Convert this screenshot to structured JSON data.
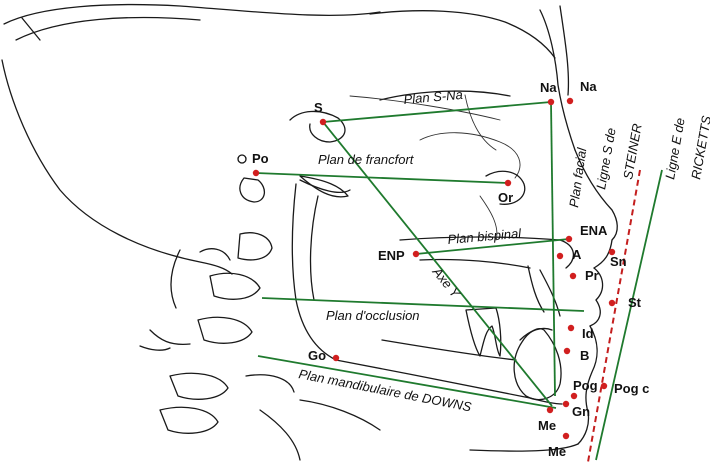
{
  "landmarks": {
    "S": "S",
    "Na": "Na",
    "Na_soft": "Na",
    "Po": "Po",
    "Or": "Or",
    "ENA": "ENA",
    "ENP": "ENP",
    "A": "A",
    "Sn": "Sn",
    "Pr": "Pr",
    "St": "St",
    "Id": "Id",
    "B": "B",
    "Go": "Go",
    "Pog": "Pog",
    "Pog_c": "Pog c",
    "Gn": "Gn",
    "Me": "Me",
    "Me_soft": "Me"
  },
  "planes": {
    "s_na": "Plan S-Na",
    "francfort": "Plan de francfort",
    "facial": "Plan facial",
    "bispinal": "Plan bispinal",
    "axe_y": "Axe Y",
    "occlusion": "Plan d'occlusion",
    "mandibulaire": "Plan mandibulaire de DOWNS",
    "steiner_1": "Ligne S de",
    "steiner_2": "STEINER",
    "ricketts_1": "Ligne E de",
    "ricketts_2": "RICKETTS"
  },
  "colors": {
    "plane_lines": "#1f7a2e",
    "landmark_dots": "#d11f1f",
    "steiner_line": "#c41e1e",
    "drawing": "#1a1a1a"
  }
}
